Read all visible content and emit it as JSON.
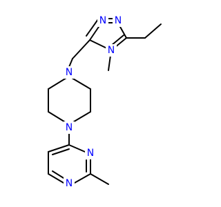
{
  "molecule": {
    "atoms": {
      "n_triazole_top_left": "N",
      "n_triazole_top_right": "N",
      "n_triazole_methyl": "N",
      "n_piperazine_top": "N",
      "n_piperazine_bottom": "N",
      "n_pyrimidine_upper": "N",
      "n_pyrimidine_lower": "N"
    },
    "colors": {
      "bond": "#000000",
      "nitrogen": "#0000ff",
      "background": "#ffffff"
    }
  }
}
